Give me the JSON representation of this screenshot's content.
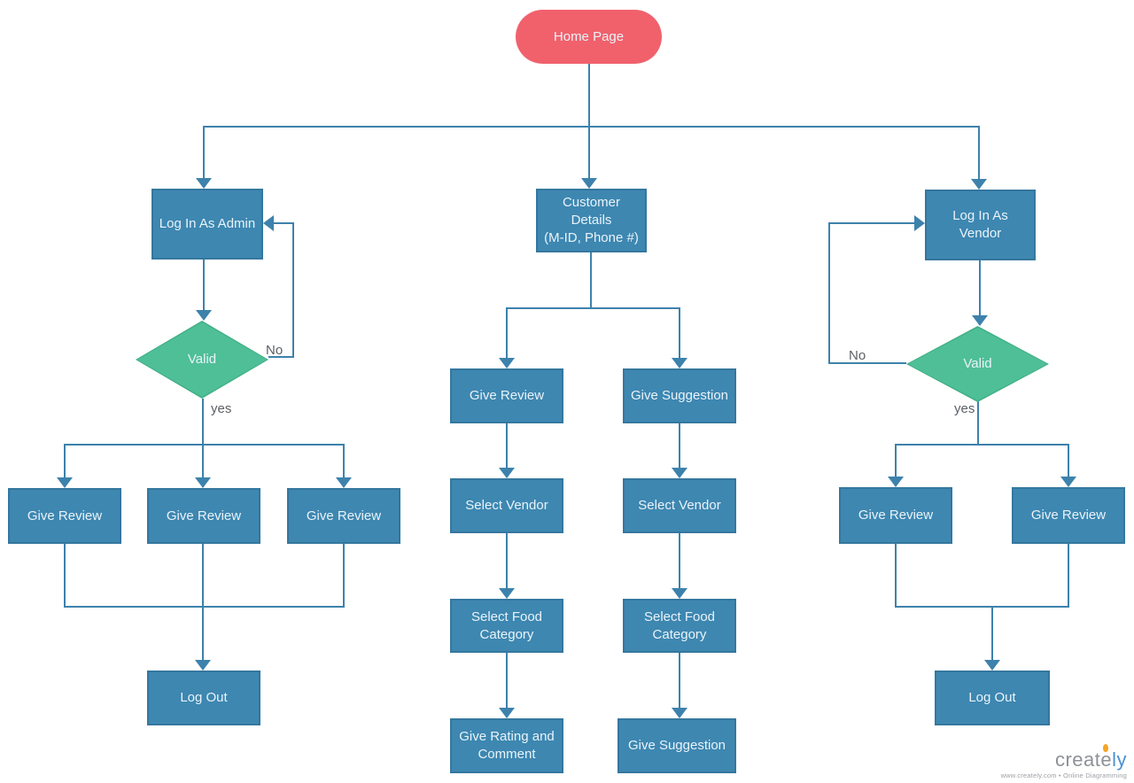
{
  "nodes": {
    "home_page": "Home Page",
    "login_admin": "Log In As Admin",
    "valid_admin": "Valid",
    "admin_give_review_1": "Give Review",
    "admin_give_review_2": "Give Review",
    "admin_give_review_3": "Give Review",
    "admin_log_out": "Log Out",
    "customer_details": "Customer\nDetails\n(M-ID, Phone #)",
    "customer_give_review": "Give Review",
    "customer_give_suggestion": "Give Suggestion",
    "review_select_vendor": "Select Vendor",
    "suggestion_select_vendor": "Select Vendor",
    "review_select_food_category": "Select Food\nCategory",
    "suggestion_select_food_category": "Select Food\nCategory",
    "give_rating_and_comment": "Give Rating and\nComment",
    "give_suggestion_final": "Give Suggestion",
    "login_vendor": "Log In As\nVendor",
    "valid_vendor": "Valid",
    "vendor_give_review_1": "Give Review",
    "vendor_give_review_2": "Give Review",
    "vendor_log_out": "Log Out"
  },
  "edge_labels": {
    "admin_no": "No",
    "admin_yes": "yes",
    "vendor_no": "No",
    "vendor_yes": "yes"
  },
  "colors": {
    "process_fill": "#3D87B1",
    "process_border": "#35779E",
    "decision_fill": "#4FBF97",
    "decision_border": "#43B08A",
    "terminator_fill": "#F0616C",
    "connector": "#3D82AC",
    "node_text": "#EAF3F9",
    "edge_label_text": "#5D6166",
    "brand_gray_color": "#8E9196",
    "brand_blue_color": "#4A90D2",
    "brand_flame_color": "#F5A623",
    "tagline_color": "#9B9FA4"
  },
  "watermark": {
    "brand_gray": "create",
    "brand_blue": "ly",
    "tagline": "www.creately.com • Online Diagramming"
  }
}
